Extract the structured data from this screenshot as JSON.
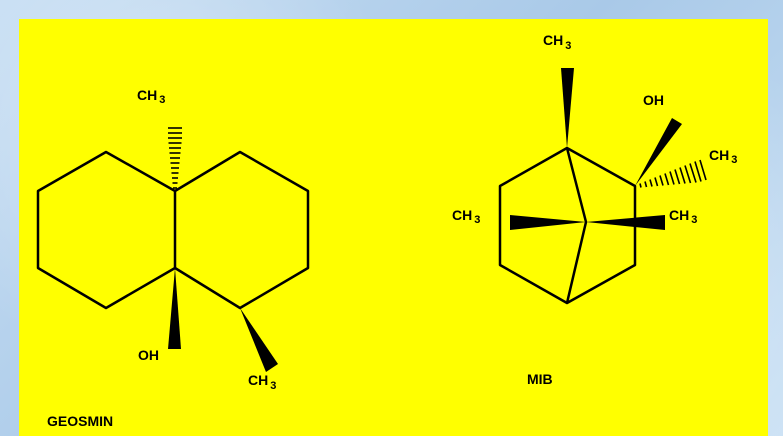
{
  "colors": {
    "panel": "#ffff00",
    "ink": "#000000",
    "frame": "#b4d2ec"
  },
  "geosmin": {
    "name": "GEOSMIN",
    "ch3_top": {
      "main": "CH",
      "sub": "3"
    },
    "oh": "OH",
    "ch3_bottom": {
      "main": "CH",
      "sub": "3"
    }
  },
  "mib": {
    "name": "MIB",
    "ch3_top": {
      "main": "CH",
      "sub": "3"
    },
    "oh": "OH",
    "ch3_right": {
      "main": "CH",
      "sub": "3"
    },
    "ch3_left": {
      "main": "CH",
      "sub": "3"
    },
    "ch3_mid_right": {
      "main": "CH",
      "sub": "3"
    }
  }
}
